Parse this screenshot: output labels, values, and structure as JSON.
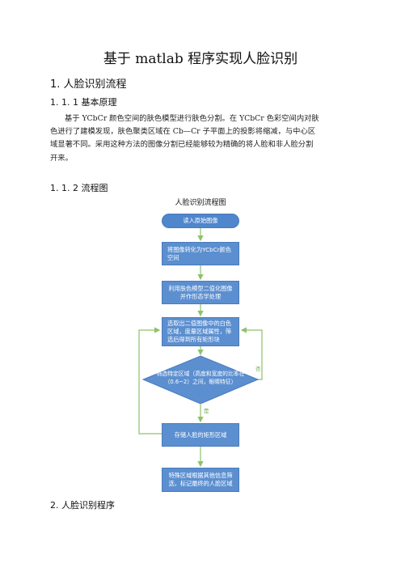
{
  "document": {
    "title": "基于 matlab 程序实现人脸识别",
    "section1_heading": "1. 人脸识别流程",
    "sub111_heading": "1. 1. 1 基本原理",
    "paragraph_lines": [
      "基于 YCbCr 颜色空间的肤色模型进行肤色分割。在 YCbCr 色彩空间内对肤",
      "色进行了建模发现，肤色聚类区域在 Cb—Cr 子平面上的投影将缩减，与中心区",
      "域显著不同。采用这种方法的图像分割已经能够较为精确的将人脸和非人脸分割",
      "开来。"
    ],
    "sub112_heading": "1. 1. 2 流程图",
    "section2_heading": "2. 人脸识别程序"
  },
  "flowchart": {
    "title": "人脸识别流程图",
    "nodes": {
      "start": "读入原始图像",
      "convert": "将图像转化为YCbCr颜色空间",
      "binarize": "利用肤色模型二值化图像并作形态学处理",
      "select": "选取出二值图像中的白色区域，度量区域属性，筛选后得到所有矩形块",
      "decision": "筛选特定区域（高度和宽度的比率在（0.6~2）之间，眼睛特征）",
      "store": "存储人脸的矩形区域",
      "final": "特殊区域根据其他信息筛选，标记最终的人脸区域"
    },
    "labels": {
      "yes": "是",
      "no": "否"
    },
    "colors": {
      "box": "#5b8fd0",
      "arrow": "#8dc26a"
    }
  }
}
